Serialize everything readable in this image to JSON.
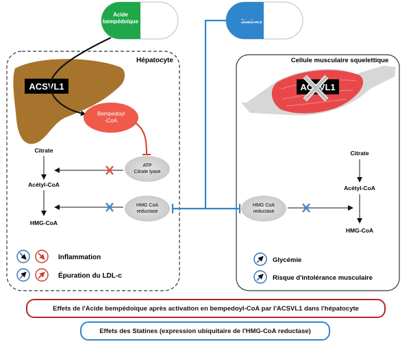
{
  "pills": {
    "bempedoic": "Acide\nbempédoïque",
    "statins": "Statines"
  },
  "hepatocyte": {
    "title": "Hépatocyte",
    "enzyme_label": "ACSVL1",
    "metabolite": "Bempedoyl\n-CoA",
    "pathway": [
      "Citrate",
      "Acétyl-CoA",
      "HMG-CoA"
    ],
    "enzymes": [
      "ATP\nCitrate lyase",
      "HMG CoA\nreductase"
    ],
    "effects": [
      "Inflammation",
      "Épuration du LDL-c"
    ]
  },
  "muscle": {
    "title": "Cellule musculaire squelettique",
    "enzyme_label": "ACSVL1",
    "pathway": [
      "Citrate",
      "Acétyl-CoA",
      "HMG-CoA"
    ],
    "enzyme": "HMG CoA\nreductase",
    "effects": [
      "Glycémie",
      "Risque d'intolérance musculaire"
    ]
  },
  "legend": {
    "bempedoic": "Effets de l'Acide bempédoïque après activation en bempedoyl-CoA par l'ACSVL1 dans l'hépatocyte",
    "statins": "Effets des Statines (expression ubiquitaire de l'HMG-CoA reductase)"
  },
  "colors": {
    "green": "#1ea84a",
    "blue": "#2f86cc",
    "red": "#d63a2f",
    "liver": "#a7742e",
    "muscle": "#e8484a"
  }
}
